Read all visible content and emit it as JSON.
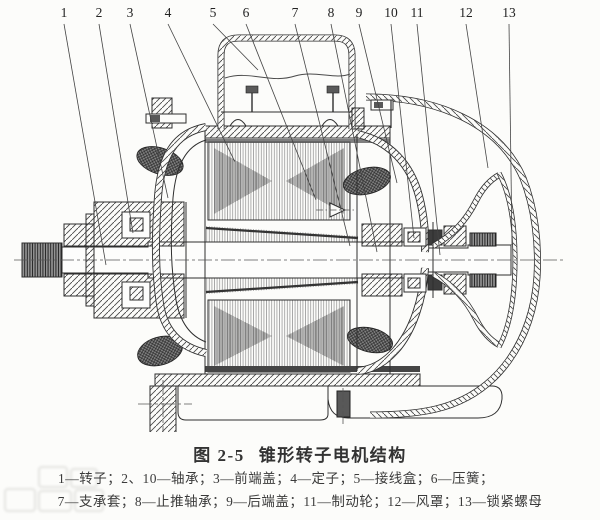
{
  "figure": {
    "callouts": [
      "1",
      "2",
      "3",
      "4",
      "5",
      "6",
      "7",
      "8",
      "9",
      "10",
      "11",
      "12",
      "13"
    ]
  },
  "caption": {
    "figure_no": "图 2-5",
    "title": "锥形转子电机结构"
  },
  "legend": {
    "line1": "1—转子；2、10—轴承；3—前端盖；4—定子；5—接线盒；6—压簧；",
    "line2": "7—支承套；8—止推轴承；9—后端盖；11—制动轮；12—风罩；13—锁紧螺母"
  }
}
